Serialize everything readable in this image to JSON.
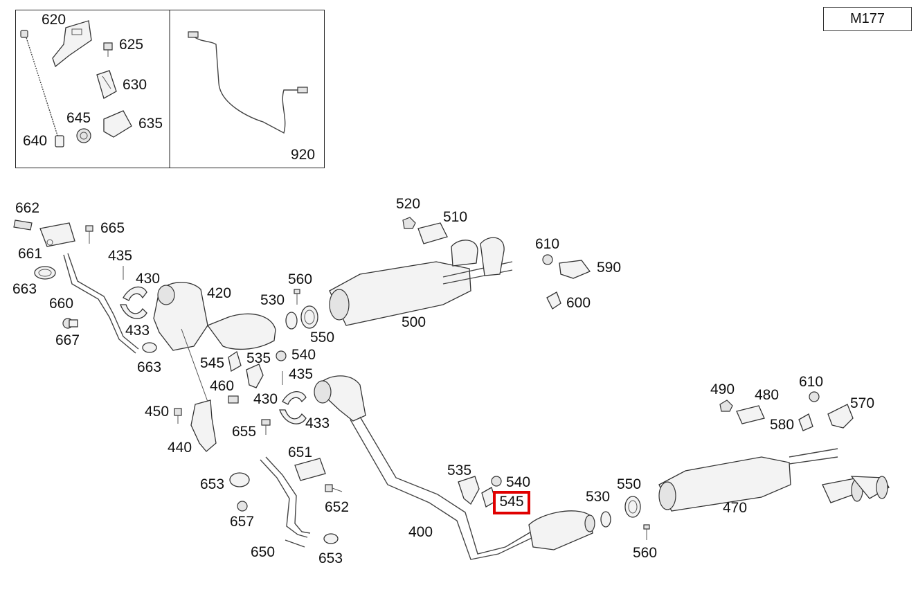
{
  "model_code": "M177",
  "highlighted_part": "545",
  "labels": {
    "l620": "620",
    "l625": "625",
    "l630": "630",
    "l635": "635",
    "l640": "640",
    "l645": "645",
    "l920": "920",
    "l662": "662",
    "l665": "665",
    "l661": "661",
    "l435a": "435",
    "l430a": "430",
    "l420": "420",
    "l663a": "663",
    "l660": "660",
    "l433a": "433",
    "l667": "667",
    "l663b": "663",
    "l520": "520",
    "l510": "510",
    "l610a": "610",
    "l590": "590",
    "l560a": "560",
    "l530a": "530",
    "l550a": "550",
    "l500": "500",
    "l600": "600",
    "l545a": "545",
    "l535a": "535",
    "l540a": "540",
    "l435b": "435",
    "l460": "460",
    "l430b": "430",
    "l433b": "433",
    "l450": "450",
    "l655": "655",
    "l440": "440",
    "l651": "651",
    "l653a": "653",
    "l652": "652",
    "l657": "657",
    "l650": "650",
    "l653b": "653",
    "l400": "400",
    "l535b": "535",
    "l540b": "540",
    "l530b": "530",
    "l550b": "550",
    "l560b": "560",
    "l470": "470",
    "l490": "490",
    "l480": "480",
    "l610b": "610",
    "l570": "570",
    "l580": "580"
  }
}
